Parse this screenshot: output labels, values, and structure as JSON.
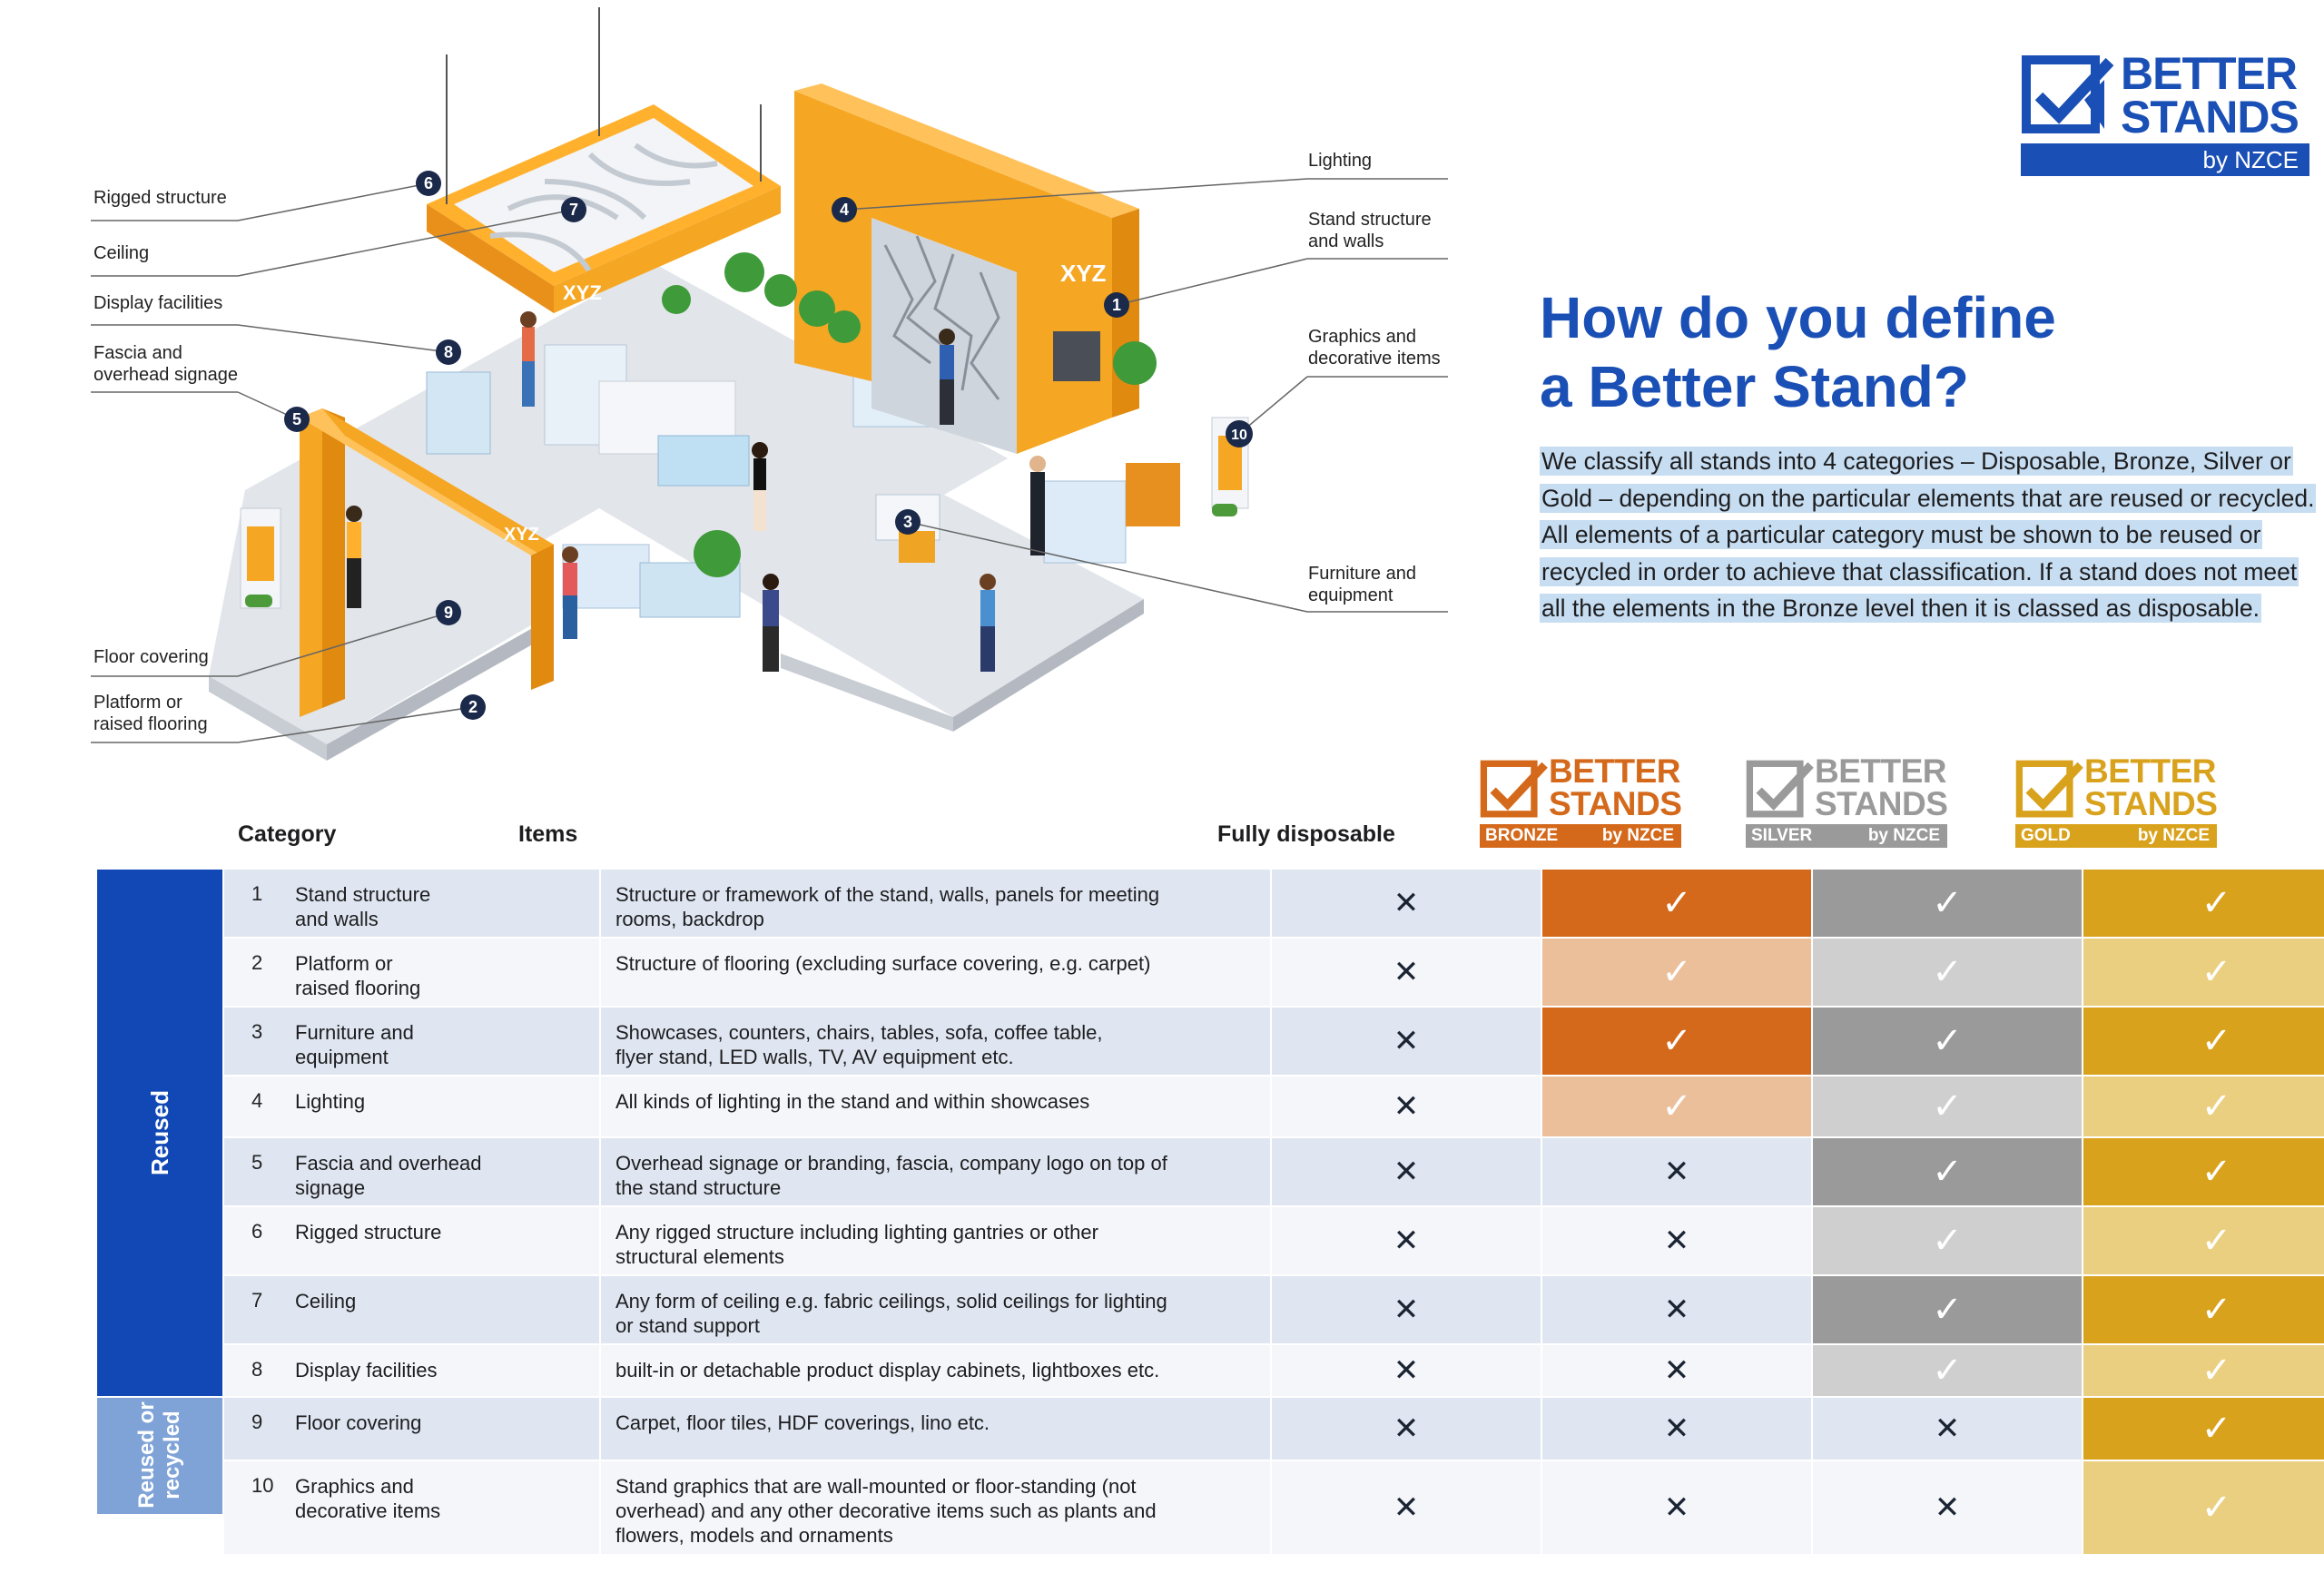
{
  "logo": {
    "line1": "BETTER",
    "line2": "STANDS",
    "byline": "by NZCE",
    "color": "#1a4fb5"
  },
  "headline": {
    "line1": "How do you define",
    "line2": "a Better Stand?"
  },
  "intro_lines": [
    "We classify all stands into 4 categories – Disposable, Bronze, Silver or",
    "Gold – depending on the particular elements that are reused or recycled.",
    "All elements of a particular category must be shown to be reused or",
    "recycled in order to achieve that classification. If a stand does not meet",
    "all the elements in the Bronze level then it is classed as disposable."
  ],
  "illustration": {
    "brand_text": "XYZ",
    "callouts": [
      {
        "label": "Rigged structure",
        "number": "6"
      },
      {
        "label": "Ceiling",
        "number": "7"
      },
      {
        "label": "Display facilities",
        "number": "8"
      },
      {
        "label_line1": "Fascia and",
        "label_line2": "overhead signage",
        "number": "5"
      },
      {
        "label": "Floor covering",
        "number": "9"
      },
      {
        "label_line1": "Platform or",
        "label_line2": "raised flooring",
        "number": "2"
      },
      {
        "label": "Lighting",
        "number": "4"
      },
      {
        "label_line1": "Stand structure",
        "label_line2": "and walls",
        "number": "1"
      },
      {
        "label_line1": "Graphics and",
        "label_line2": "decorative items",
        "number": "10"
      },
      {
        "label_line1": "Furniture and",
        "label_line2": "equipment",
        "number": "3"
      }
    ]
  },
  "table": {
    "headers": {
      "category": "Category",
      "items": "Items",
      "disposable": "Fully disposable"
    },
    "tiers": [
      {
        "name": "BRONZE",
        "word1": "BETTER",
        "word2": "STANDS",
        "byline": "by NZCE",
        "color": "#d4691b",
        "light": "#ecbf9b"
      },
      {
        "name": "SILVER",
        "word1": "BETTER",
        "word2": "STANDS",
        "byline": "by NZCE",
        "color": "#9a9a9a",
        "light": "#cfcfcf"
      },
      {
        "name": "GOLD",
        "word1": "BETTER",
        "word2": "STANDS",
        "byline": "by NZCE",
        "color": "#d9a21d",
        "light": "#ebcf80"
      }
    ],
    "groups": {
      "reused": "Reused",
      "reused_or_recycled_line1": "Reused or",
      "reused_or_recycled_line2": "recycled"
    },
    "rows": [
      {
        "num": "1",
        "cat1": "Stand structure",
        "cat2": "and walls",
        "item1": "Structure or framework of the stand, walls, panels for meeting",
        "item2": "rooms, backdrop",
        "bronze": true,
        "silver": true,
        "gold": true
      },
      {
        "num": "2",
        "cat1": "Platform or",
        "cat2": "raised flooring",
        "item1": "Structure of flooring (excluding surface covering, e.g. carpet)",
        "item2": "",
        "bronze": true,
        "silver": true,
        "gold": true
      },
      {
        "num": "3",
        "cat1": "Furniture and",
        "cat2": "equipment",
        "item1": "Showcases, counters, chairs, tables, sofa, coffee table,",
        "item2": "flyer stand, LED walls, TV, AV equipment etc.",
        "bronze": true,
        "silver": true,
        "gold": true
      },
      {
        "num": "4",
        "cat1": "Lighting",
        "cat2": "",
        "item1": "All kinds of lighting in the stand and within showcases",
        "item2": "",
        "bronze": true,
        "silver": true,
        "gold": true
      },
      {
        "num": "5",
        "cat1": "Fascia and overhead",
        "cat2": "signage",
        "item1": "Overhead signage or branding, fascia, company logo on top of",
        "item2": "the stand structure",
        "bronze": false,
        "silver": true,
        "gold": true
      },
      {
        "num": "6",
        "cat1": "Rigged structure",
        "cat2": "",
        "item1": "Any rigged structure including lighting gantries or other",
        "item2": "structural elements",
        "bronze": false,
        "silver": true,
        "gold": true
      },
      {
        "num": "7",
        "cat1": "Ceiling",
        "cat2": "",
        "item1": "Any form of ceiling e.g. fabric ceilings, solid ceilings for lighting",
        "item2": "or stand support",
        "bronze": false,
        "silver": true,
        "gold": true
      },
      {
        "num": "8",
        "cat1": "Display facilities",
        "cat2": "",
        "item1": "built-in or detachable product display cabinets, lightboxes etc.",
        "item2": "",
        "bronze": false,
        "silver": true,
        "gold": true
      },
      {
        "num": "9",
        "cat1": "Floor covering",
        "cat2": "",
        "item1": "Carpet, floor tiles, HDF coverings, lino etc.",
        "item2": "",
        "item3": "",
        "bronze": false,
        "silver": false,
        "gold": true
      },
      {
        "num": "10",
        "cat1": "Graphics and",
        "cat2": "decorative items",
        "item1": "Stand graphics that are wall-mounted or floor-standing (not",
        "item2": "overhead) and any other decorative items such as plants and",
        "item3": "flowers, models and ornaments",
        "bronze": false,
        "silver": false,
        "gold": true
      }
    ],
    "check_glyph": "✓",
    "cross_glyph": "✕"
  }
}
